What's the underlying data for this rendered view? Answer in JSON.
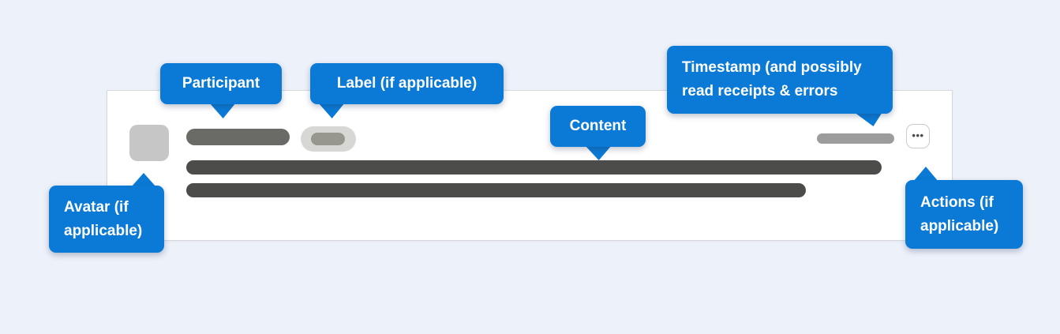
{
  "callouts": {
    "participant": "Participant",
    "label": "Label (if applicable)",
    "content": "Content",
    "timestamp": "Timestamp (and possibly read receipts & errors",
    "avatar": "Avatar (if applicable)",
    "actions": "Actions (if applicable)"
  },
  "icons": {
    "more_options_icon": "•••"
  },
  "colors": {
    "background": "#edf1f9",
    "callout_blue": "#0a7ad6",
    "callout_text": "#ffffff",
    "card_background": "#ffffff",
    "card_border": "#d6d8dc",
    "avatar_skeleton": "#c6c6c6",
    "participant_skeleton": "#6a6a66",
    "label_outer_skeleton": "#d7d7d5",
    "label_inner_skeleton": "#97978f",
    "content_skeleton": "#4c4c4a",
    "timestamp_skeleton": "#9c9c9c",
    "actions_dots": "#4d4d4d"
  }
}
